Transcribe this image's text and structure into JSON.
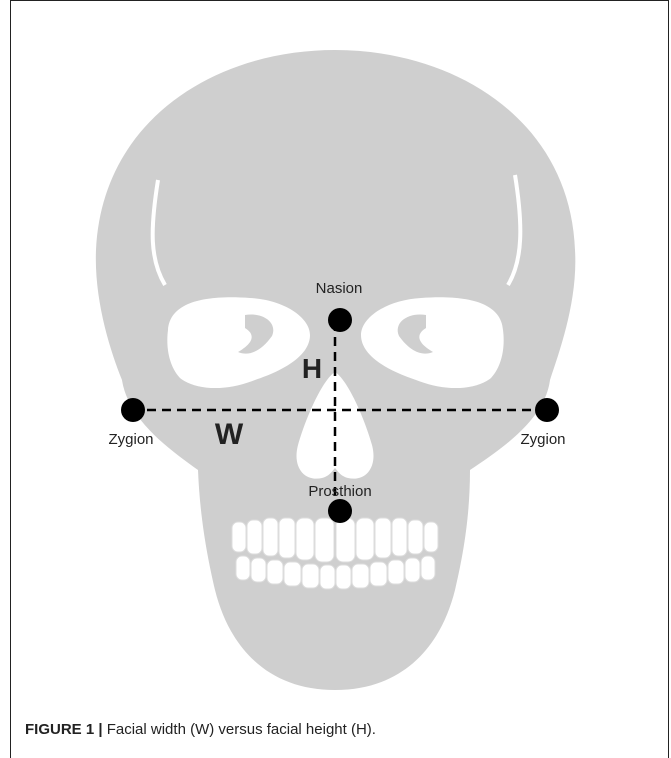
{
  "diagram": {
    "landmarks": {
      "nasion": "Nasion",
      "zygion_left": "Zygion",
      "zygion_right": "Zygion",
      "prosthion": "Prosthion"
    },
    "width_label": "W",
    "height_label": "H"
  },
  "caption": {
    "figure_label": "FIGURE 1 |",
    "text": " Facial width (W) versus facial height (H)."
  },
  "colors": {
    "skull": "#cfcfcf",
    "holes": "#ffffff",
    "marker": "#000000",
    "line": "#000000"
  }
}
